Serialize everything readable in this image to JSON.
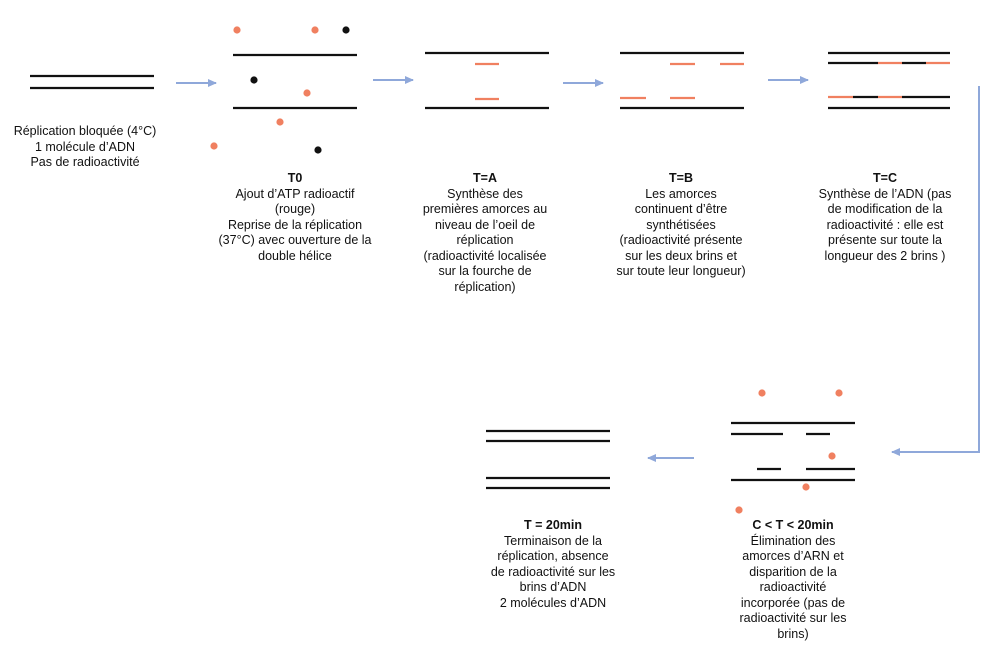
{
  "colors": {
    "strand": "#111111",
    "radioactive": "#f08060",
    "arrow": "#8fa8da",
    "atp_black": "#111111"
  },
  "steps": [
    {
      "id": "initial",
      "title": "",
      "lines": [
        "Réplication bloquée (4°C)",
        "1 molécule d’ADN",
        "Pas de radioactivité"
      ]
    },
    {
      "id": "t0",
      "title": "T0",
      "lines": [
        "Ajout d’ATP radioactif",
        "(rouge)",
        "Reprise de la réplication",
        "(37°C) avec ouverture de la",
        "double hélice"
      ]
    },
    {
      "id": "ta",
      "title": "T=A",
      "lines": [
        "Synthèse des",
        "premières amorces au",
        "niveau de l’oeil de",
        "réplication",
        "(radioactivité localisée",
        "sur la fourche de",
        "réplication)"
      ]
    },
    {
      "id": "tb",
      "title": "T=B",
      "lines": [
        "Les amorces",
        "continuent d’être",
        "synthétisées",
        "(radioactivité présente",
        "sur les deux brins et",
        "sur toute leur longueur)"
      ]
    },
    {
      "id": "tc",
      "title": "T=C",
      "lines": [
        "Synthèse de l’ADN (pas",
        "de modification de la",
        "radioactivité : elle est",
        "présente sur toute la",
        "longueur des 2 brins )"
      ]
    },
    {
      "id": "t20",
      "title": "T = 20min",
      "lines": [
        "Terminaison de la",
        "réplication, absence",
        "de radioactivité sur les",
        "brins d’ADN",
        "2 molécules d’ADN"
      ]
    },
    {
      "id": "cbetween",
      "title": "C < T < 20min",
      "lines": [
        "Élimination des",
        "amorces d’ARN et",
        "disparition de la",
        "radioactivité",
        "incorporée (pas de",
        "radioactivité sur les",
        "brins)"
      ]
    }
  ]
}
